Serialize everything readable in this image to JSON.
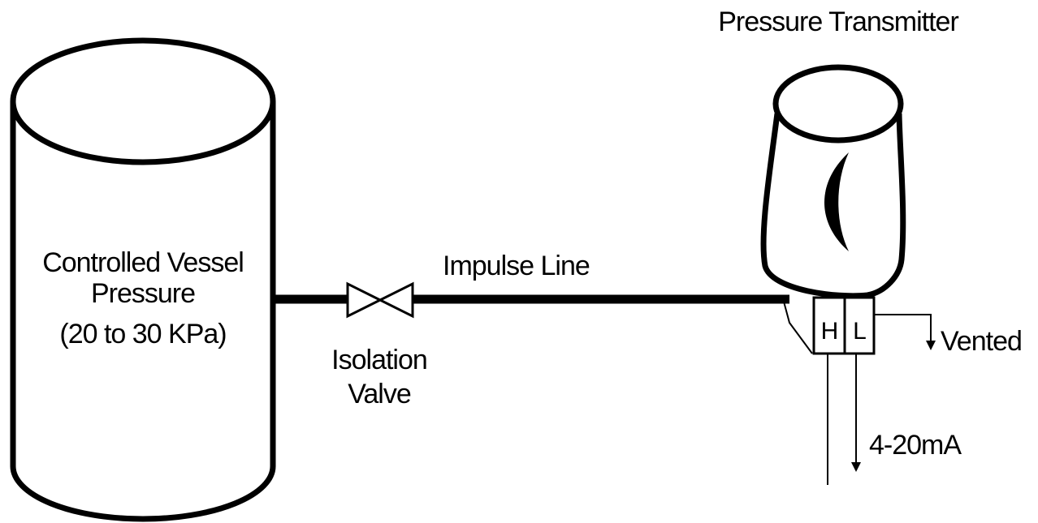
{
  "diagram": {
    "transmitter_title": "Pressure Transmitter",
    "vessel_label": {
      "line1": "Controlled Vessel",
      "line2": "Pressure",
      "line3": "(20 to 30 KPa)"
    },
    "impulse_line_label": "Impulse Line",
    "valve_label": {
      "line1": "Isolation",
      "line2": "Valve"
    },
    "high_port_label": "H",
    "low_port_label": "L",
    "vented_label": "Vented",
    "output_label": "4-20mA"
  }
}
